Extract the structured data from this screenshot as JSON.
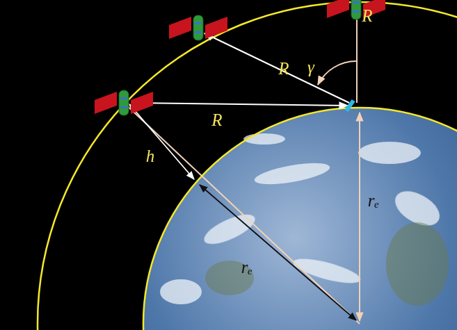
{
  "diagram": {
    "labels": [
      "R",
      "R",
      "R",
      "γ",
      "h",
      "rₑ",
      "rₑ"
    ]
  }
}
